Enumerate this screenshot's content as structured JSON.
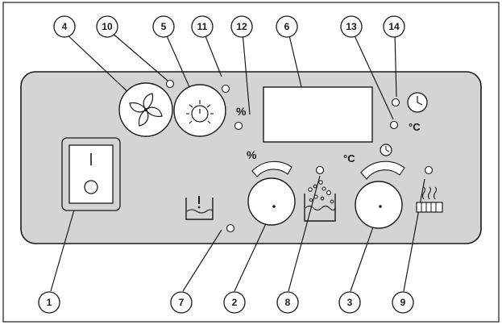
{
  "symbols": {
    "percent_display": "%",
    "percent_knob": "%",
    "celsius_knob": "°C",
    "celsius_display": "°C"
  },
  "callouts": [
    {
      "id": "c4",
      "number": "4"
    },
    {
      "id": "c10",
      "number": "10"
    },
    {
      "id": "c5",
      "number": "5"
    },
    {
      "id": "c11",
      "number": "11"
    },
    {
      "id": "c12",
      "number": "12"
    },
    {
      "id": "c6",
      "number": "6"
    },
    {
      "id": "c13",
      "number": "13"
    },
    {
      "id": "c14",
      "number": "14"
    },
    {
      "id": "c1",
      "number": "1"
    },
    {
      "id": "c7",
      "number": "7"
    },
    {
      "id": "c2",
      "number": "2"
    },
    {
      "id": "c8",
      "number": "8"
    },
    {
      "id": "c3",
      "number": "3"
    },
    {
      "id": "c9",
      "number": "9"
    }
  ],
  "colors": {
    "panel": "#d4d4d4",
    "line": "#1a1a1a",
    "background": "#ffffff"
  }
}
